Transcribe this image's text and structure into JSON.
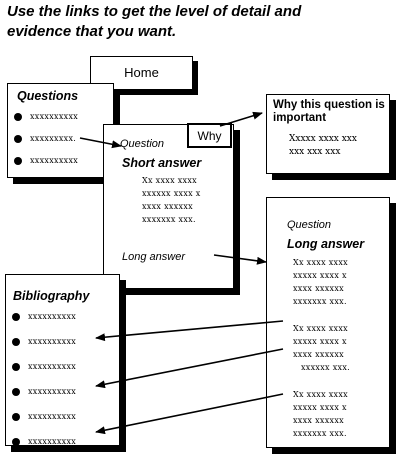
{
  "heading": "Use the links to get the level of detail and evidence that you want.",
  "home": {
    "label": "Home"
  },
  "questions": {
    "title": "Questions",
    "items": [
      "xxxxxxxxxx",
      "xxxxxxxxx.",
      "xxxxxxxxxx"
    ]
  },
  "short_page": {
    "question_label": "Question",
    "why_link": "Why",
    "title": "Short answer",
    "lines": [
      "Xx  xxxx xxxx",
      "xxxxxx xxxx x",
      "xxxx xxxxxx",
      "xxxxxxx xxx."
    ],
    "long_link": "Long answer"
  },
  "why_page": {
    "title": "Why this question is important",
    "lines": [
      "Xxxxx xxxx xxx",
      "xxx xxx xxx"
    ]
  },
  "long_page": {
    "question_label": "Question",
    "title": "Long answer",
    "paragraphs": [
      [
        "Xx  xxxx xxxx",
        "xxxxx xxxx x",
        "xxxx xxxxxx",
        "xxxxxxx xxx."
      ],
      [
        "Xx  xxxx xxxx",
        "xxxxx xxxx x",
        "xxxx xxxxxx",
        "xxxxxx xxx."
      ],
      [
        "Xx  xxxx xxxx",
        "xxxxx xxxx x",
        "xxxx xxxxxx",
        "xxxxxxx xxx."
      ]
    ]
  },
  "bibliography": {
    "title": "Bibliography",
    "items": [
      "xxxxxxxxxx",
      "xxxxxxxxxx",
      "xxxxxxxxxx",
      "xxxxxxxxxx",
      "xxxxxxxxxx",
      "xxxxxxxxxx"
    ]
  }
}
